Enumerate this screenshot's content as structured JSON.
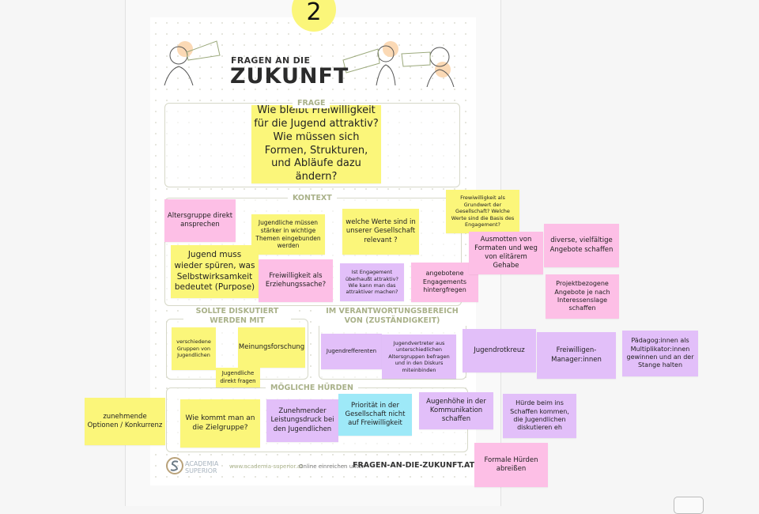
{
  "board": {
    "step_number": "2",
    "poster": {
      "title_small": "FRAGEN AN DIE",
      "title_big": "ZUKUNFT",
      "sections": {
        "frage": "FRAGE",
        "kontext": "KONTEXT",
        "sollte": "SOLLTE DISKUTIERT WERDEN MIT",
        "verantwortung": "IM VERANTWORTUNGSBEREICH VON (ZUSTÄNDIGKEIT)",
        "huerden": "MÖGLICHE HÜRDEN"
      },
      "footer": {
        "logo_text": "ACADEMIA SUPERIOR",
        "website": "www.academia-superior.at",
        "submit_label": "Online einreichen unter",
        "submit_url": "FRAGEN-AN-DIE-ZUKUNFT.AT"
      }
    },
    "colors": {
      "yellow": "#fbf67a",
      "pink": "#fdbfe6",
      "purple": "#e2bff9",
      "cyan": "#9ee9f8"
    },
    "notes": [
      {
        "text": "Wie bleibt Freiwilligkeit für die Jugend attraktiv? Wie müssen sich Formen, Strukturen, und Abläufe dazu ändern?",
        "color": "yellow"
      },
      {
        "text": "Altersgruppe direkt ansprechen",
        "color": "pink"
      },
      {
        "text": "Jugendliche müssen stärker in wichtige Themen eingebunden werden",
        "color": "yellow"
      },
      {
        "text": "welche Werte sind in unserer Gesellschaft relevant ?",
        "color": "yellow"
      },
      {
        "text": "Jugend muss wieder spüren, was Selbstwirksamkeit bedeutet (Purpose)",
        "color": "yellow"
      },
      {
        "text": "Freiwilligkeit als Erziehungssache?",
        "color": "pink"
      },
      {
        "text": "Ist Engagement überhaußt attraktiv? Wie kann man das attraktiver machen?",
        "color": "purple"
      },
      {
        "text": "angebotene Engagements hintergfregen",
        "color": "pink"
      },
      {
        "text": "Frewiwilligkeit als Grundwert der Gesellschaft? Welche Werte sind die Basis des Engagement?",
        "color": "yellow"
      },
      {
        "text": "Ausmotten von Formaten und weg von elitärem Gehabe",
        "color": "pink"
      },
      {
        "text": "diverse, vielfältige Angebote schaffen",
        "color": "pink"
      },
      {
        "text": "Projektbezogene Angebote je nach Interessenslage schaffen",
        "color": "pink"
      },
      {
        "text": "verschiedene Gruppen von Jugendlichen",
        "color": "yellow"
      },
      {
        "text": "Meinungsforschung",
        "color": "yellow"
      },
      {
        "text": "Jugendliche direkt fragen",
        "color": "yellow"
      },
      {
        "text": "Jugendrefferenten",
        "color": "purple"
      },
      {
        "text": "Jugendvertreter aus unterschiedlichen Altersgruppen befragen und in den Diskurs miteinbinden",
        "color": "purple"
      },
      {
        "text": "Jugendrotkreuz",
        "color": "purple"
      },
      {
        "text": "Freiwilligen-Manager:innen",
        "color": "purple"
      },
      {
        "text": "Pädagog:innen als Multiplikator:innen gewinnen und an der Stange halten",
        "color": "purple"
      },
      {
        "text": "zunehmende Optionen / Konkurrenz",
        "color": "yellow"
      },
      {
        "text": "Wie kommt man an die Zielgruppe?",
        "color": "yellow"
      },
      {
        "text": "Zunehmender Leistungsdruck bei den Jugendlichen",
        "color": "purple"
      },
      {
        "text": "Priorität in der Gesellschaft nicht auf Freiwilligkeit",
        "color": "cyan"
      },
      {
        "text": "Augenhöhe in der Kommunikation schaffen",
        "color": "purple"
      },
      {
        "text": "Hürde beim ins Schaffen kommen, die Jugendlichen diskutieren eh",
        "color": "purple"
      },
      {
        "text": "Formale Hürden abreißen",
        "color": "pink"
      }
    ]
  }
}
